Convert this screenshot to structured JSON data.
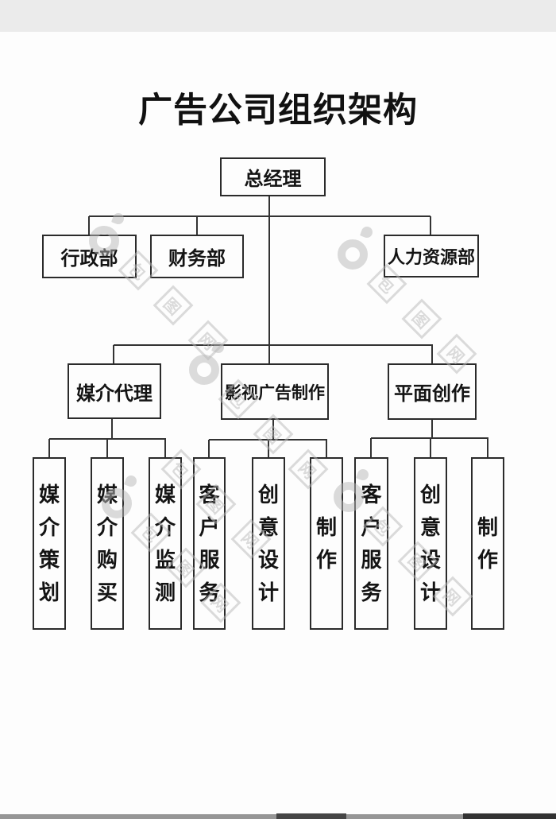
{
  "title": "广告公司组织架构",
  "org": {
    "root": {
      "label": "总经理"
    },
    "level2": [
      {
        "label": "行政部"
      },
      {
        "label": "财务部"
      },
      {
        "label": "人力资源部"
      }
    ],
    "level3": [
      {
        "label": "媒介代理",
        "children": [
          "媒介策划",
          "媒介购买",
          "媒介监测"
        ]
      },
      {
        "label": "影视广告制作",
        "children": [
          "客户服务",
          "创意设计",
          "制作"
        ]
      },
      {
        "label": "平面创作",
        "children": [
          "客户服务",
          "创意设计",
          "制作"
        ]
      }
    ]
  },
  "watermark": {
    "stamp_chars": [
      "包",
      "图",
      "网"
    ]
  },
  "colors": {
    "line": "#333333",
    "box_border": "#2b2b2b",
    "text": "#141414",
    "watermark": "#b9b9b9",
    "top_bar": "#ebebeb",
    "bottom_bar": "#969696",
    "background": "#fdfdfd"
  }
}
